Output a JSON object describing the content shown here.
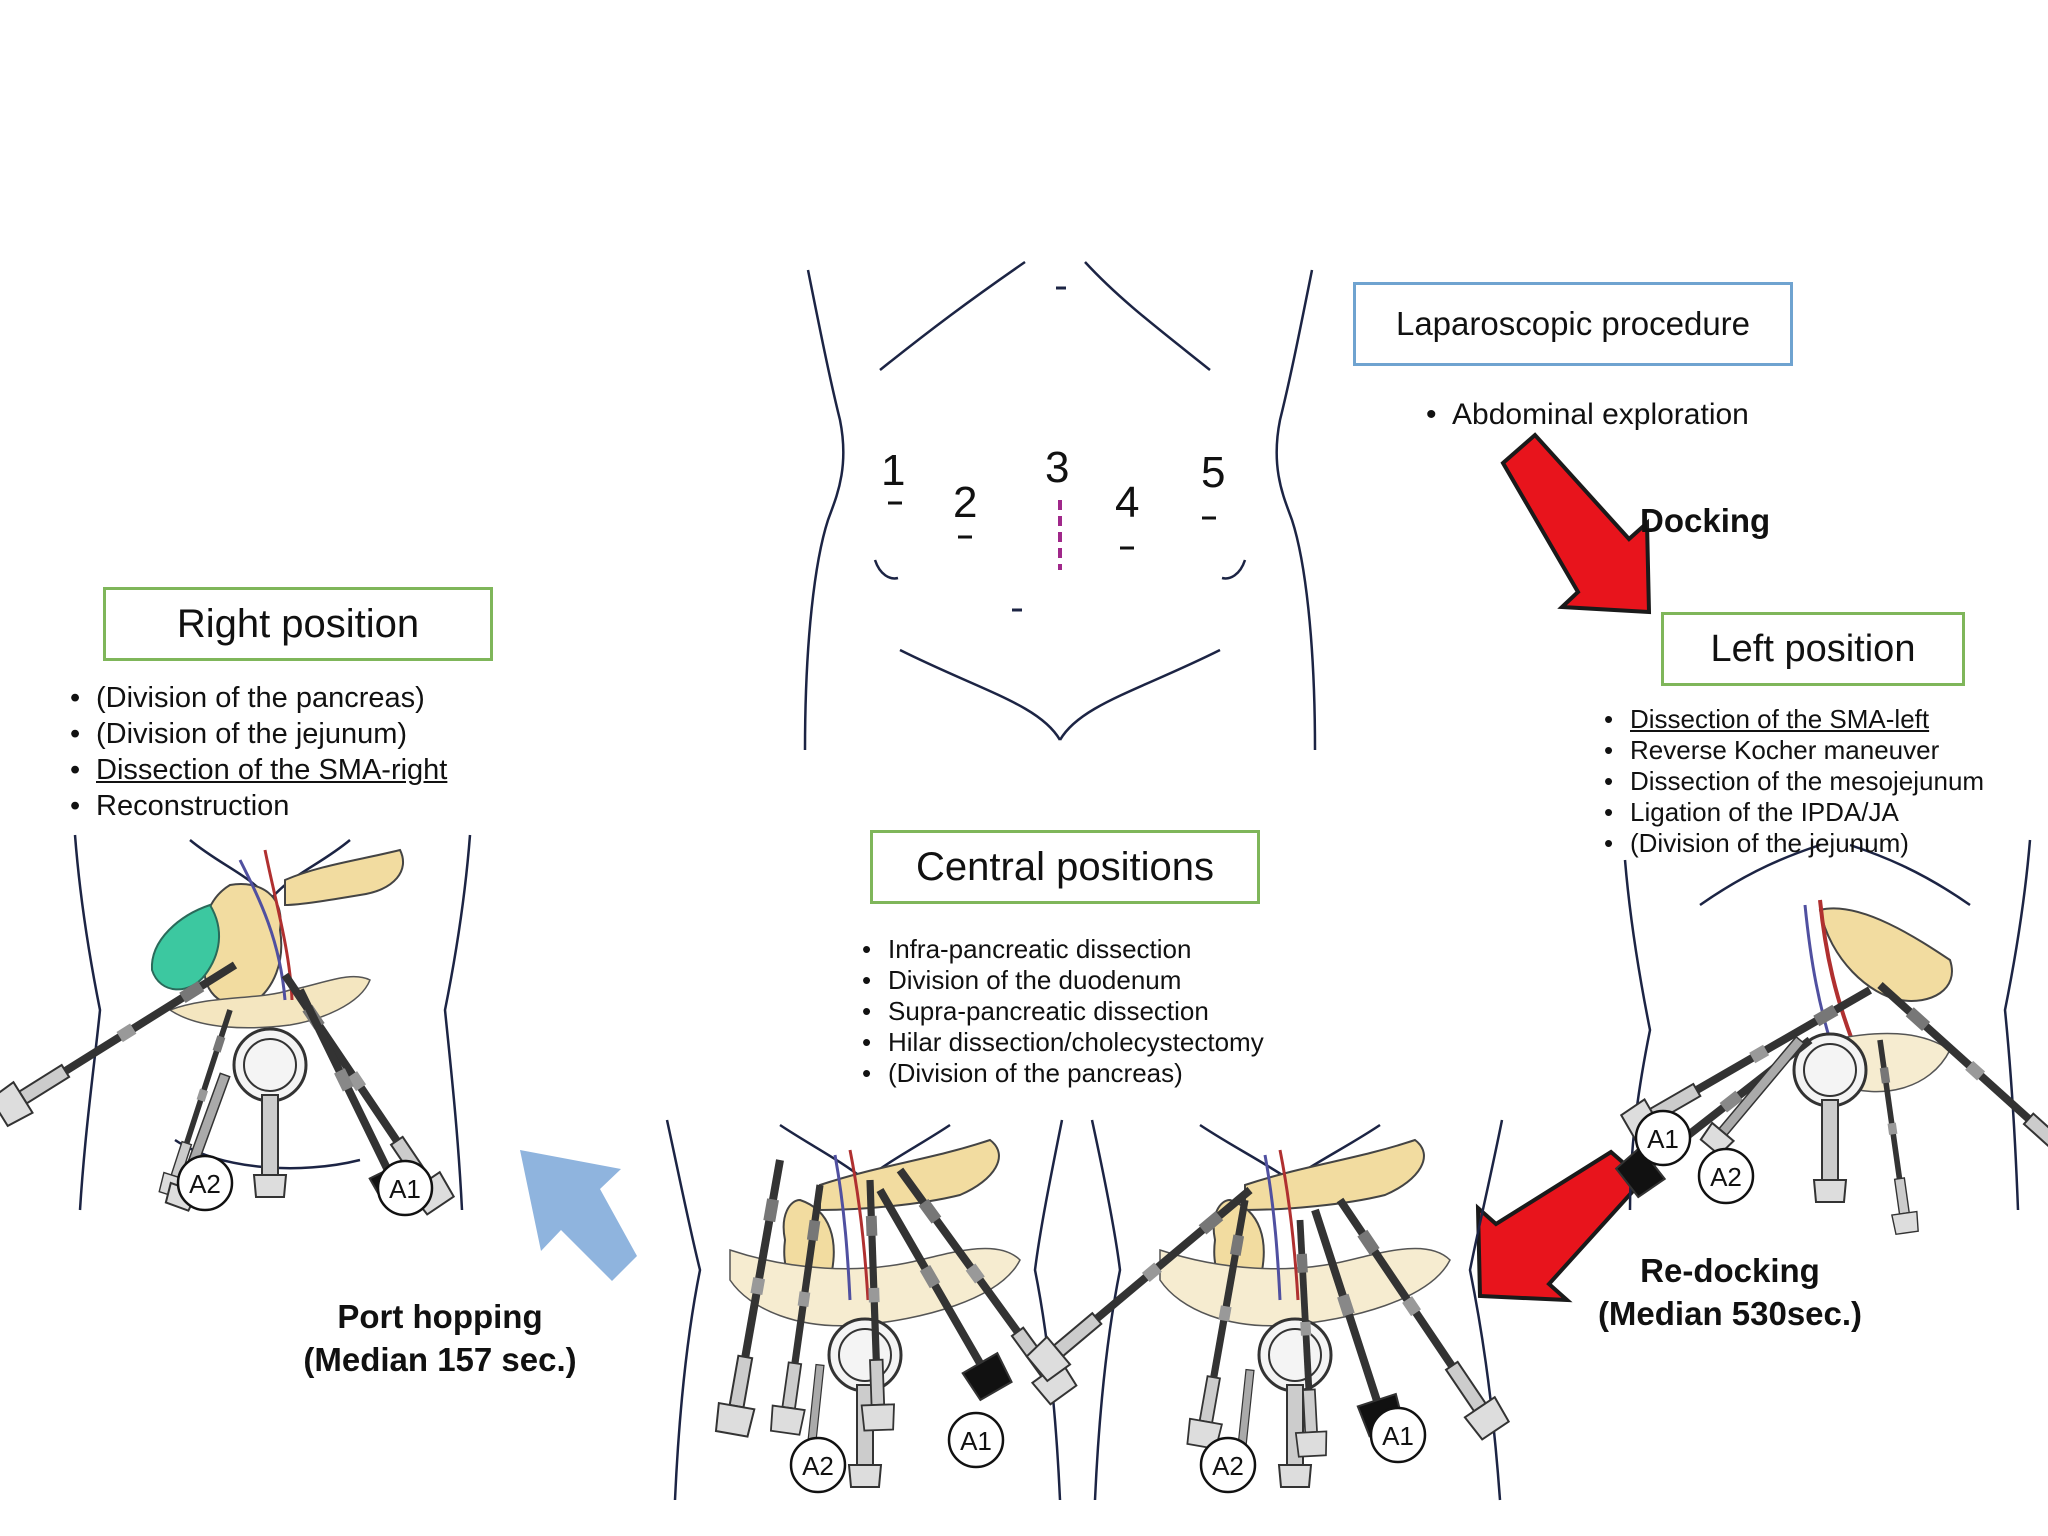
{
  "laparoscopic": {
    "title": "Laparoscopic procedure",
    "items": [
      "Abdominal exploration"
    ]
  },
  "docking_label": "Docking",
  "ports": [
    "1",
    "2",
    "3",
    "4",
    "5"
  ],
  "right_position": {
    "title": "Right position",
    "items": [
      {
        "text": "(Division of the pancreas)",
        "underline": false
      },
      {
        "text": "(Division of the jejunum)",
        "underline": false
      },
      {
        "text": "Dissection of the SMA-right",
        "underline": true
      },
      {
        "text": "Reconstruction",
        "underline": false
      }
    ]
  },
  "left_position": {
    "title": "Left position",
    "items": [
      {
        "text": "Dissection of the SMA-left",
        "underline": true
      },
      {
        "text": "Reverse Kocher maneuver",
        "underline": false
      },
      {
        "text": "Dissection of the mesojejunum",
        "underline": false
      },
      {
        "text": "Ligation of the IPDA/JA",
        "underline": false
      },
      {
        "text": "(Division of the jejunum)",
        "underline": false
      }
    ]
  },
  "central_positions": {
    "title": "Central positions",
    "items": [
      {
        "text": "Infra-pancreatic dissection",
        "underline": false
      },
      {
        "text": "Division of the duodenum",
        "underline": false
      },
      {
        "text": "Supra-pancreatic dissection",
        "underline": false
      },
      {
        "text": "Hilar dissection/cholecystectomy",
        "underline": false
      },
      {
        "text": "(Division of the pancreas)",
        "underline": false
      }
    ]
  },
  "port_hopping": {
    "line1": "Port hopping",
    "line2": "(Median 157 sec.)"
  },
  "re_docking": {
    "line1": "Re-docking",
    "line2": "(Median 530sec.)"
  },
  "arm_labels": {
    "a1": "A1",
    "a2": "A2"
  },
  "colors": {
    "red_arrow": "#e8141c",
    "blue_arrow": "#8fb4de",
    "box_blue": "#6fa3d0",
    "box_green": "#7fb65a",
    "pancreas": "#f2dca0",
    "gallbladder": "#3cc8a0",
    "outline": "#1c2444"
  }
}
